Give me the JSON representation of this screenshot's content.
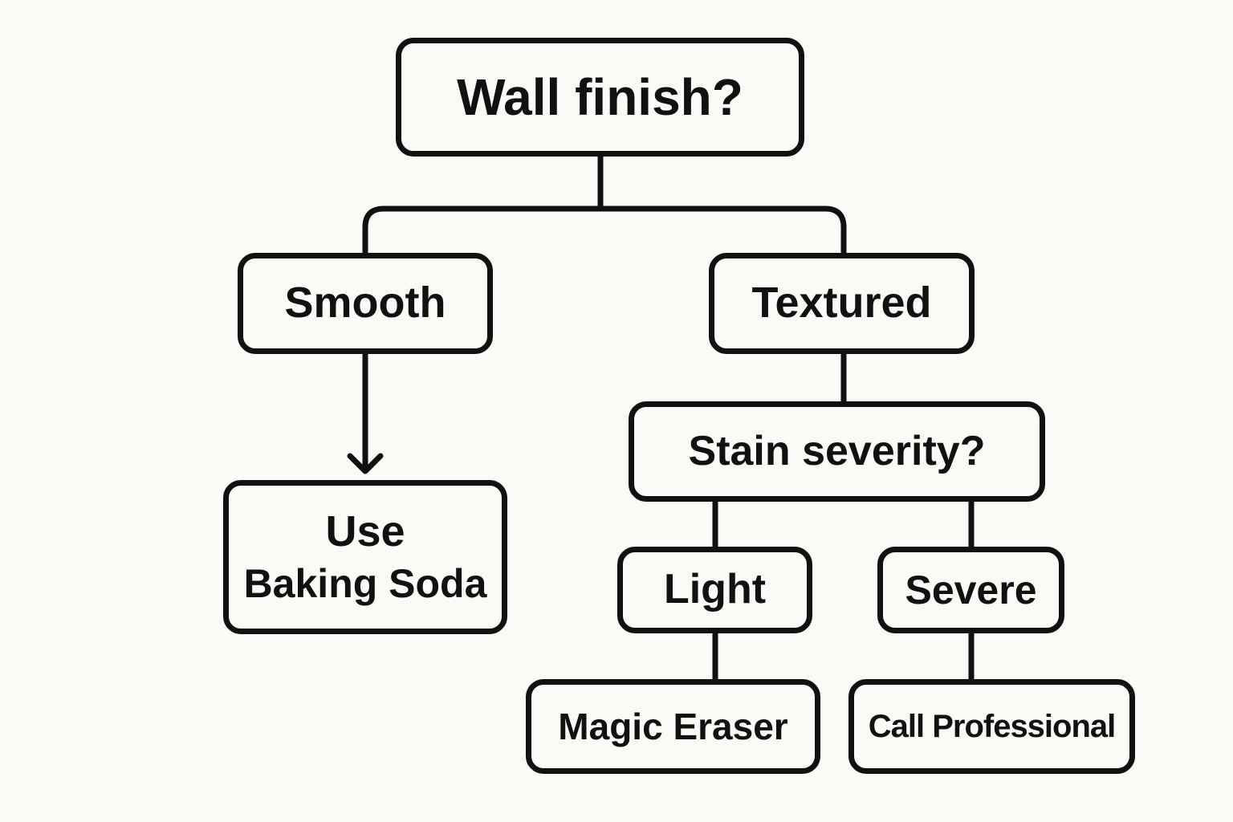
{
  "diagram": {
    "root": "Wall finish?",
    "smooth": "Smooth",
    "textured": "Textured",
    "baking_soda_line1": "Use",
    "baking_soda_line2": "Baking Soda",
    "stain_severity": "Stain severity?",
    "light": "Light",
    "severe": "Severe",
    "magic_eraser": "Magic Eraser",
    "call_professional": "Call Professional"
  },
  "colors": {
    "stroke": "#111111",
    "background": "#fbfaf6"
  }
}
